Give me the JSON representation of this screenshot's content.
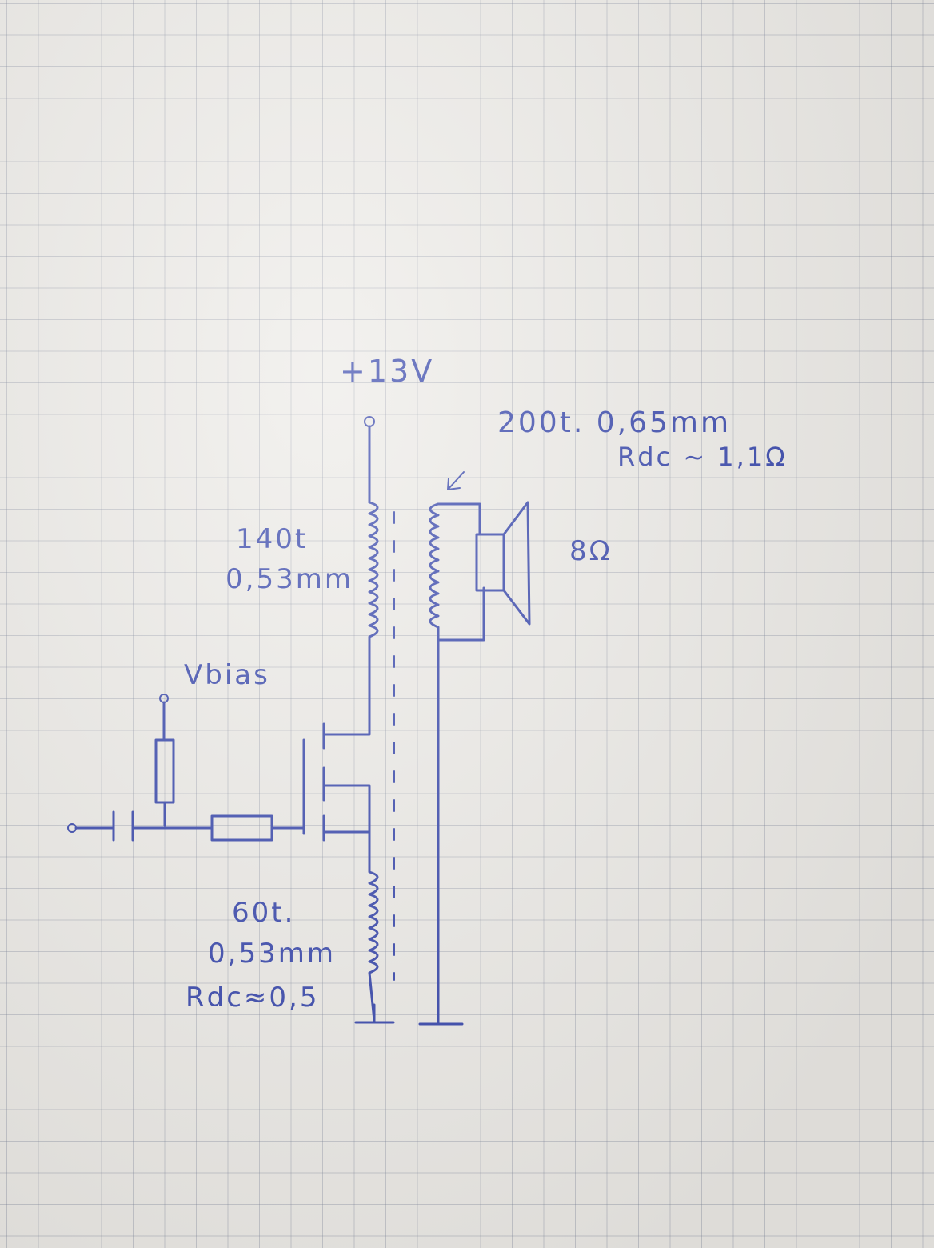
{
  "labels": {
    "supply": "+13V",
    "secondary_spec": "200t. 0,65mm",
    "secondary_rdc": "Rdc ~ 1,1Ω",
    "speaker_impedance": "8Ω",
    "primary_turns": "140t",
    "primary_wire": "0,53mm",
    "bias": "Vbias",
    "feedback_turns": "60t.",
    "feedback_wire": "0,53mm",
    "feedback_rdc": "Rdc≈0,5"
  },
  "colors": {
    "ink": "#2f3fa8",
    "paper": "#eceae6",
    "grid": "#8e97aa"
  }
}
